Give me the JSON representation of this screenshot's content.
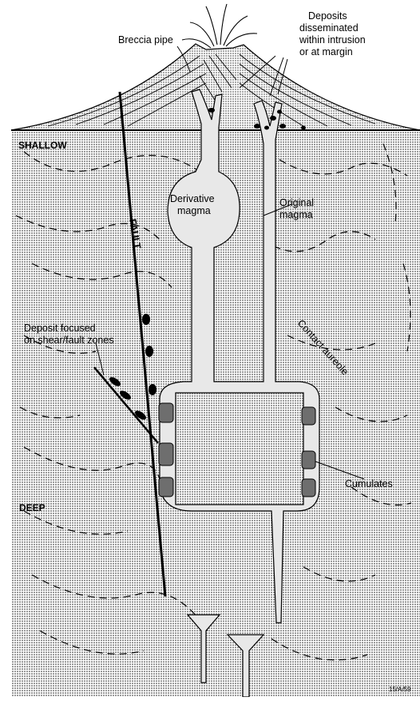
{
  "labels": {
    "breccia": "Breccia pipe",
    "deposits_l1": "Deposits",
    "deposits_l2": "disseminated",
    "deposits_l3": "within intrusion",
    "deposits_l4": "or at margin",
    "shallow": "SHALLOW",
    "derivative_l1": "Derivative",
    "derivative_l2": "magma",
    "original_l1": "Original",
    "original_l2": "magma",
    "fault": "FAULT",
    "shear_l1": "Deposit focused",
    "shear_l2": "on shear/fault zones",
    "contact": "Contact aureole",
    "cumulates": "Cumulates",
    "deep": "DEEP",
    "figure_id": "15/A/59"
  },
  "colors": {
    "rock_pattern": "#9a9a9a",
    "magma": "#e8e8e8",
    "deposit": "#000000",
    "cumulate": "#6e6e6e"
  }
}
